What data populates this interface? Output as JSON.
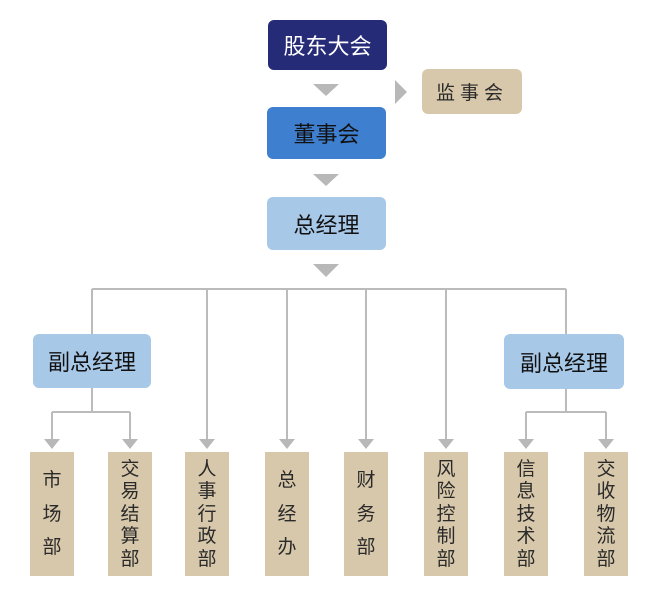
{
  "nodes": {
    "shareholders": "股东大会",
    "board": "董事会",
    "supervisors": "监事会",
    "general_manager": "总经理",
    "deputy_left": "副总经理",
    "deputy_right": "副总经理"
  },
  "departments": [
    {
      "id": "market",
      "label": "市场部"
    },
    {
      "id": "trading-settlement",
      "label": "交易结算部"
    },
    {
      "id": "hr-admin",
      "label": "人事行政部"
    },
    {
      "id": "gm-office",
      "label": "总经办"
    },
    {
      "id": "finance",
      "label": "财务部"
    },
    {
      "id": "risk-control",
      "label": "风险控制部"
    },
    {
      "id": "it",
      "label": "信息技术部"
    },
    {
      "id": "delivery-logistics",
      "label": "交收物流部"
    }
  ],
  "colors": {
    "shareholders": "#262b78",
    "board": "#3f7fcf",
    "manager": "#a8c8e8",
    "beige": "#d8c8ab",
    "connector": "#bbbbbb",
    "arrow": "#b8b8b8"
  }
}
